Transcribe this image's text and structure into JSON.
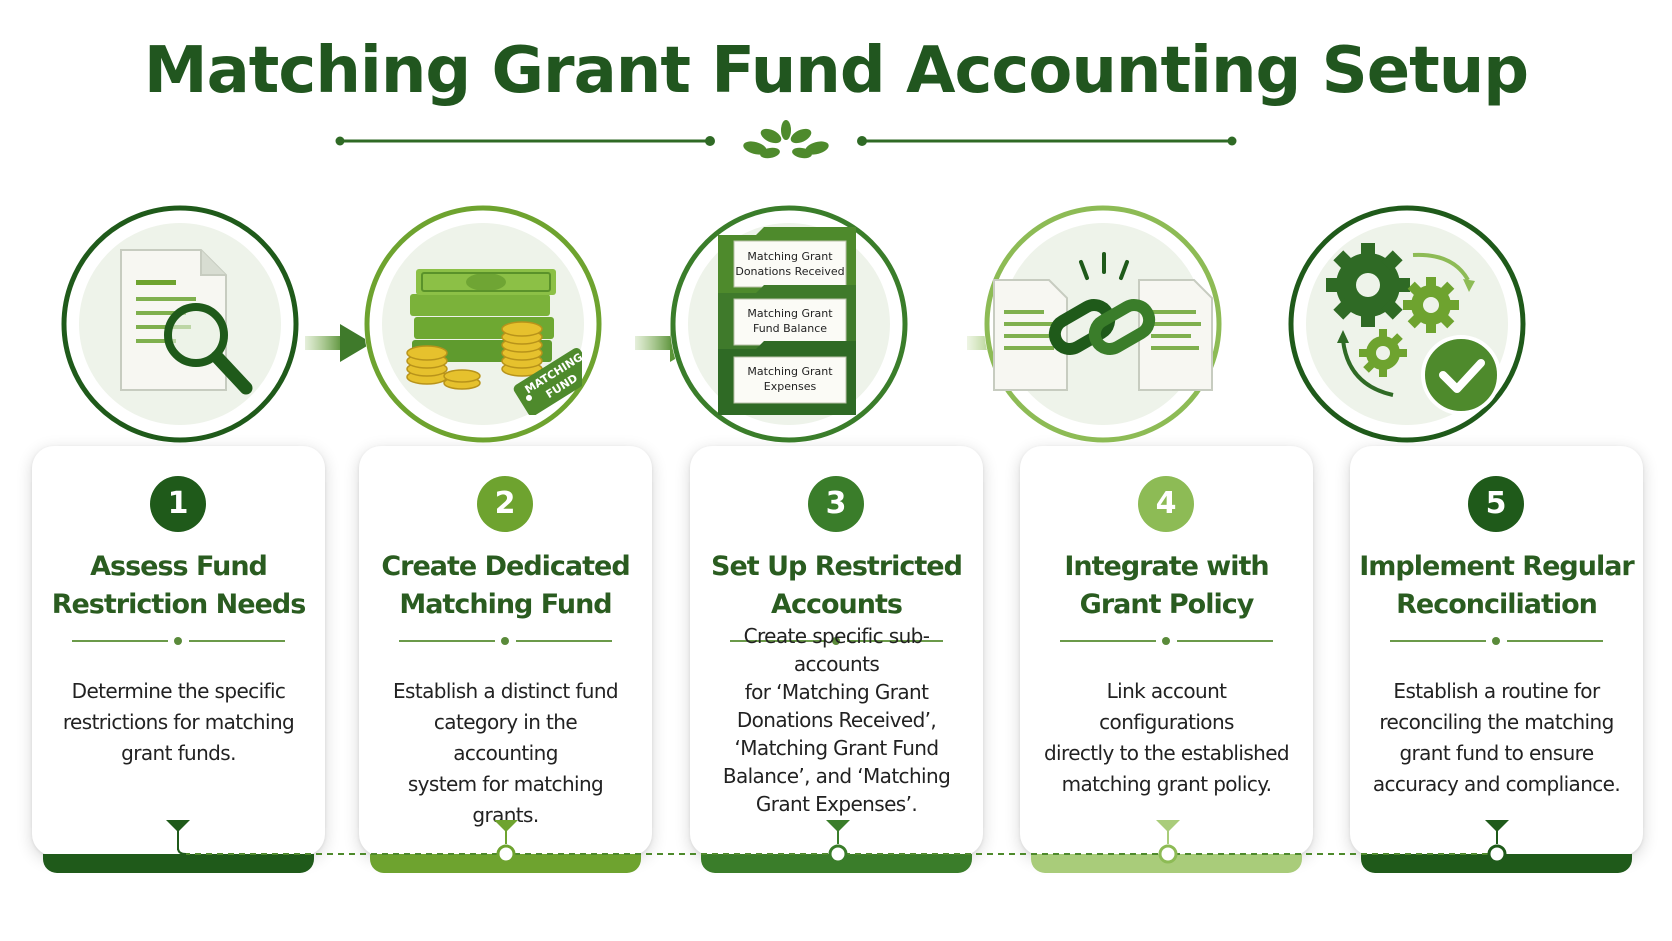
{
  "title": "Matching Grant Fund Accounting Setup",
  "steps": [
    {
      "number": "1",
      "title_lines": [
        "Assess Fund",
        "Restriction Needs"
      ],
      "desc_lines": [
        "Determine the specific",
        "restrictions for matching",
        "grant funds."
      ],
      "color": "#1f5a1a"
    },
    {
      "number": "2",
      "title_lines": [
        "Create Dedicated",
        "Matching Fund"
      ],
      "desc_lines": [
        "Establish a distinct fund",
        "category in the accounting",
        "system for matching",
        "grants."
      ],
      "color": "#6ea32f"
    },
    {
      "number": "3",
      "title_lines": [
        "Set Up Restricted",
        "Accounts"
      ],
      "desc_lines": [
        "Create specific sub-accounts",
        "for ‘Matching Grant",
        "Donations Received’,",
        "‘Matching Grant Fund",
        "Balance’, and ‘Matching",
        "Grant Expenses’."
      ],
      "color": "#3a7d2a"
    },
    {
      "number": "4",
      "title_lines": [
        "Integrate with",
        "Grant Policy"
      ],
      "desc_lines": [
        "Link account configurations",
        "directly to the established",
        "matching grant policy."
      ],
      "color": "#8dbb55"
    },
    {
      "number": "5",
      "title_lines": [
        "Implement Regular",
        "Reconciliation"
      ],
      "desc_lines": [
        "Establish a routine for",
        "reconciling the matching",
        "grant fund to ensure",
        "accuracy and compliance."
      ],
      "color": "#1f5a1a"
    }
  ],
  "icons": {
    "step1": "document-magnifier-icon",
    "step2": "money-stack-coins-icon",
    "step3": "folder-stack-icon",
    "step4": "linked-documents-icon",
    "step5": "gears-checkmark-icon"
  },
  "tag_text": [
    "MATCHING",
    "FUND"
  ],
  "folders": [
    [
      "Matching Grant",
      "Donations Received"
    ],
    [
      "Matching Grant",
      "Fund Balance"
    ],
    [
      "Matching Grant",
      "Expenses"
    ]
  ],
  "colors": {
    "dark_green": "#1f5a1a",
    "mid_green": "#3a7d2a",
    "light_green": "#8dbb55",
    "title_green": "#21561f"
  }
}
